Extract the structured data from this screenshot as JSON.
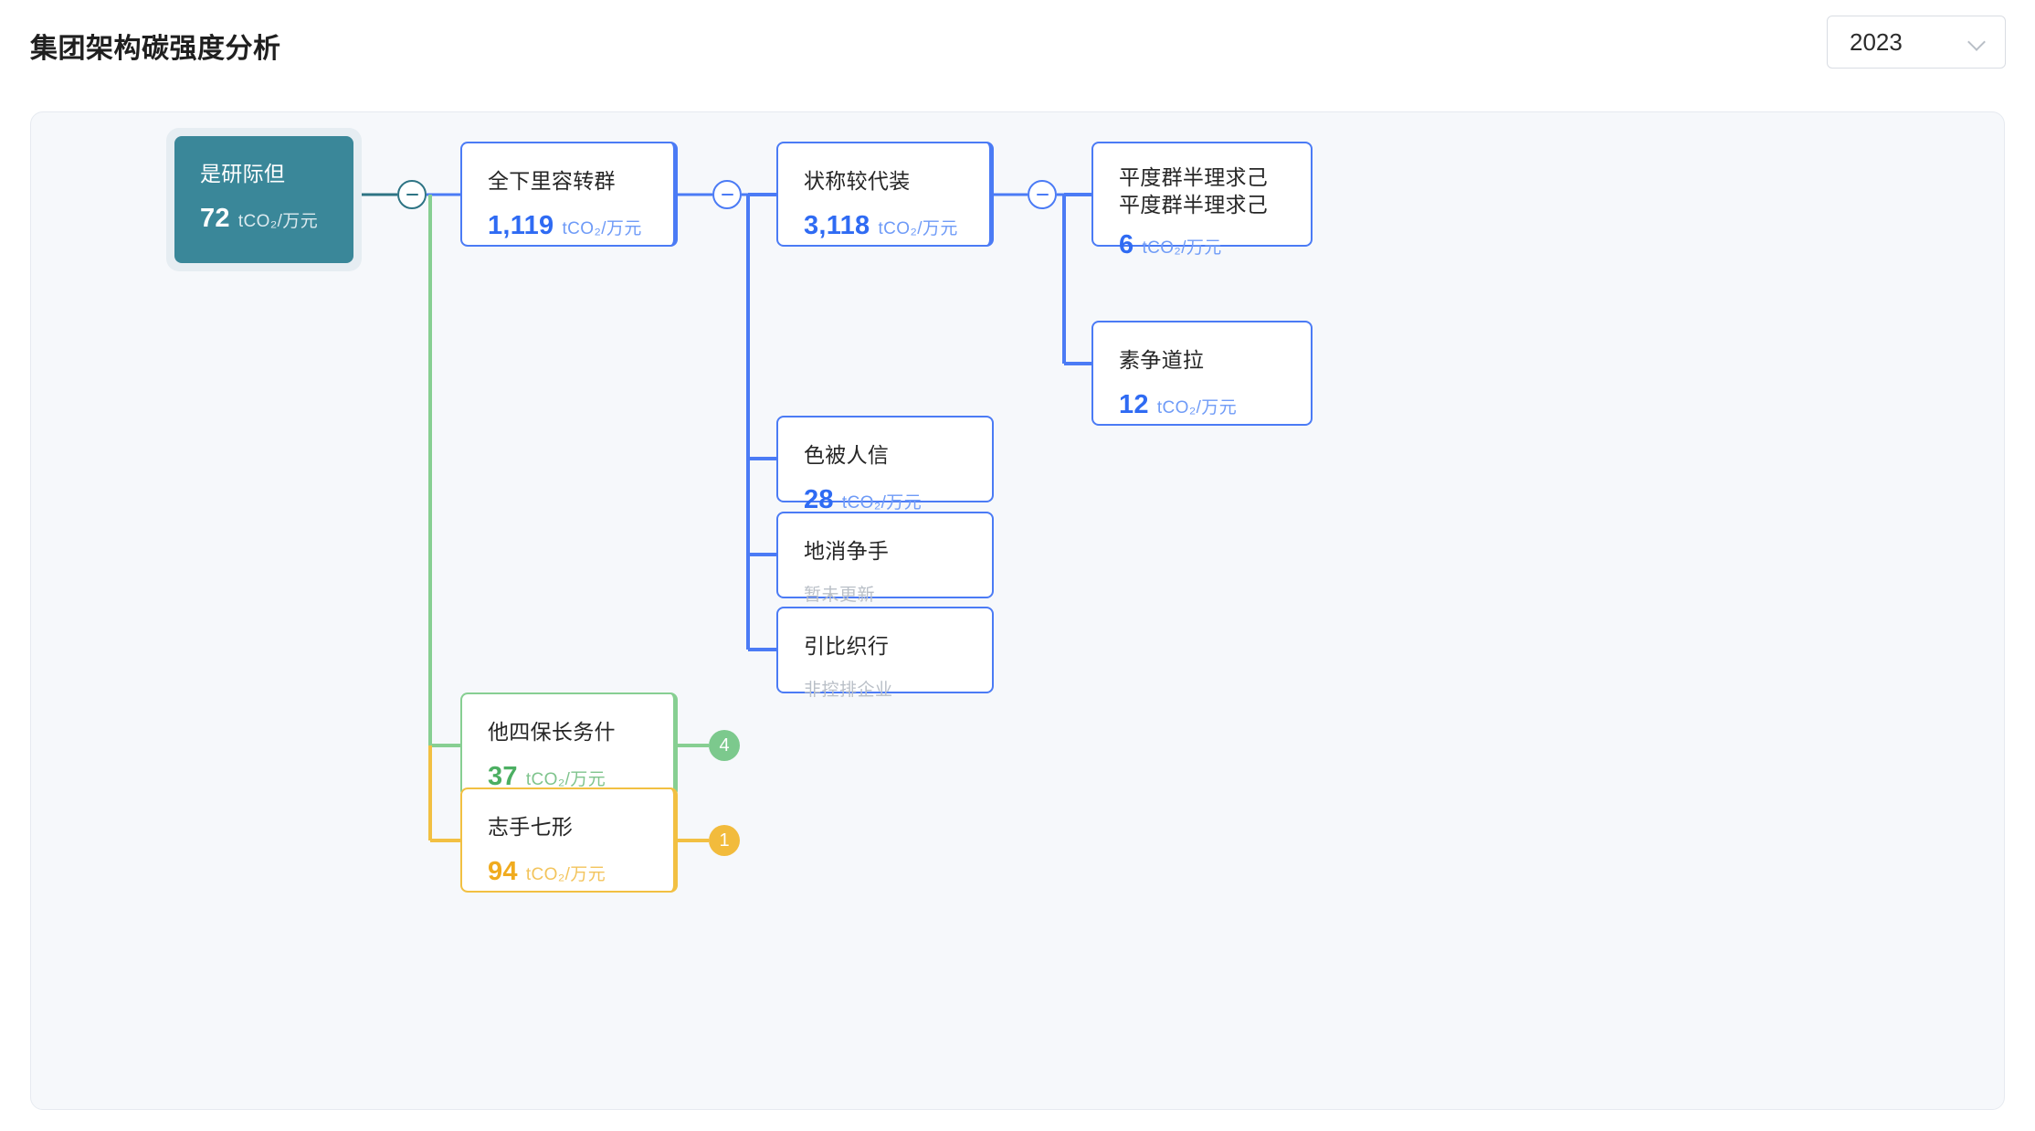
{
  "header": {
    "title": "集团架构碳强度分析",
    "year_select": {
      "value": "2023",
      "icon": "chevron-down-icon"
    }
  },
  "unit": "tCO₂/万元",
  "colors": {
    "root": "#3a8799",
    "blue": "#4b7bf5",
    "green": "#7cc98d",
    "orange": "#f2bb3c",
    "canvas": "#f6f8fb",
    "placeholder_text": "#b9bfc7"
  },
  "tree": {
    "root": {
      "title": "是研际但",
      "value": "72",
      "unit": "tCO₂/万元",
      "selected": true,
      "toggle": "collapse-toggle-root"
    },
    "level1": [
      {
        "title": "全下里容转群",
        "value": "1,119",
        "unit": "tCO₂/万元",
        "color": "blue",
        "toggle": "collapse-toggle-l1"
      },
      {
        "title": "他四保长务什",
        "value": "37",
        "unit": "tCO₂/万元",
        "color": "green",
        "badge": "4"
      },
      {
        "title": "志手七形",
        "value": "94",
        "unit": "tCO₂/万元",
        "color": "orange",
        "badge": "1"
      }
    ],
    "level2": [
      {
        "title": "状称较代装",
        "value": "3,118",
        "unit": "tCO₂/万元",
        "color": "blue",
        "toggle": "collapse-toggle-l2"
      },
      {
        "title": "色被人信",
        "value": "28",
        "unit": "tCO₂/万元",
        "color": "blue"
      },
      {
        "title": "地消争手",
        "placeholder": "暂未更新",
        "color": "blue"
      },
      {
        "title": "引比织行",
        "placeholder": "非控排企业",
        "color": "blue"
      }
    ],
    "level3": [
      {
        "title": "平度群半理求己平度群半理求己",
        "value": "6",
        "unit": "tCO₂/万元",
        "color": "blue"
      },
      {
        "title": "素争道拉",
        "value": "12",
        "unit": "tCO₂/万元",
        "color": "blue"
      }
    ]
  }
}
